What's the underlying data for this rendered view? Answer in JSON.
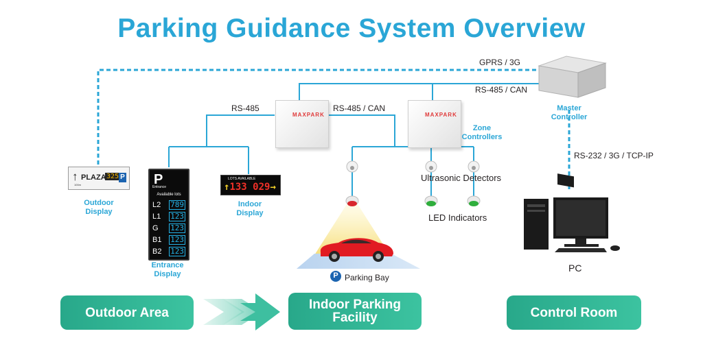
{
  "title": "Parking Guidance System Overview",
  "connections": {
    "gprs": "GPRS / 3G",
    "rs485_can_top": "RS-485 / CAN",
    "rs485_left": "RS-485",
    "rs485_can_mid": "RS-485 / CAN",
    "rs232": "RS-232 / 3G / TCP-IP"
  },
  "devices": {
    "master_controller": "Master\nController",
    "zone_controllers": "Zone\nControllers",
    "controller_brand": "MAXPARK",
    "ultrasonic_detectors": "Ultrasonic Detectors",
    "led_indicators": "LED Indicators",
    "parking_bay": "Parking Bay",
    "parking_bay_icon": "P",
    "pc": "PC"
  },
  "outdoor_display": {
    "caption": "Outdoor\nDisplay",
    "place": "PLAZA",
    "count": "325",
    "symbol": "P",
    "distance": "100m"
  },
  "indoor_display": {
    "caption": "Indoor\nDisplay",
    "header": "LOTS AVAILABLE",
    "left_count": "133",
    "right_count": "029"
  },
  "entrance_display": {
    "caption": "Entrance\nDisplay",
    "symbol": "P",
    "subtitle": "Entrance",
    "available": "Available lots",
    "rows": [
      {
        "level": "L2",
        "value": "789"
      },
      {
        "level": "L1",
        "value": "123"
      },
      {
        "level": "G",
        "value": "123"
      },
      {
        "level": "B1",
        "value": "123"
      },
      {
        "level": "B2",
        "value": "123"
      }
    ]
  },
  "areas": {
    "outdoor": "Outdoor Area",
    "indoor": "Indoor Parking\nFacility",
    "control": "Control Room"
  },
  "colors": {
    "title": "#2aa6d6",
    "dashed_link": "#2aa6d6",
    "solid_link": "#2aa6d6",
    "area_button": "#2fb593"
  }
}
